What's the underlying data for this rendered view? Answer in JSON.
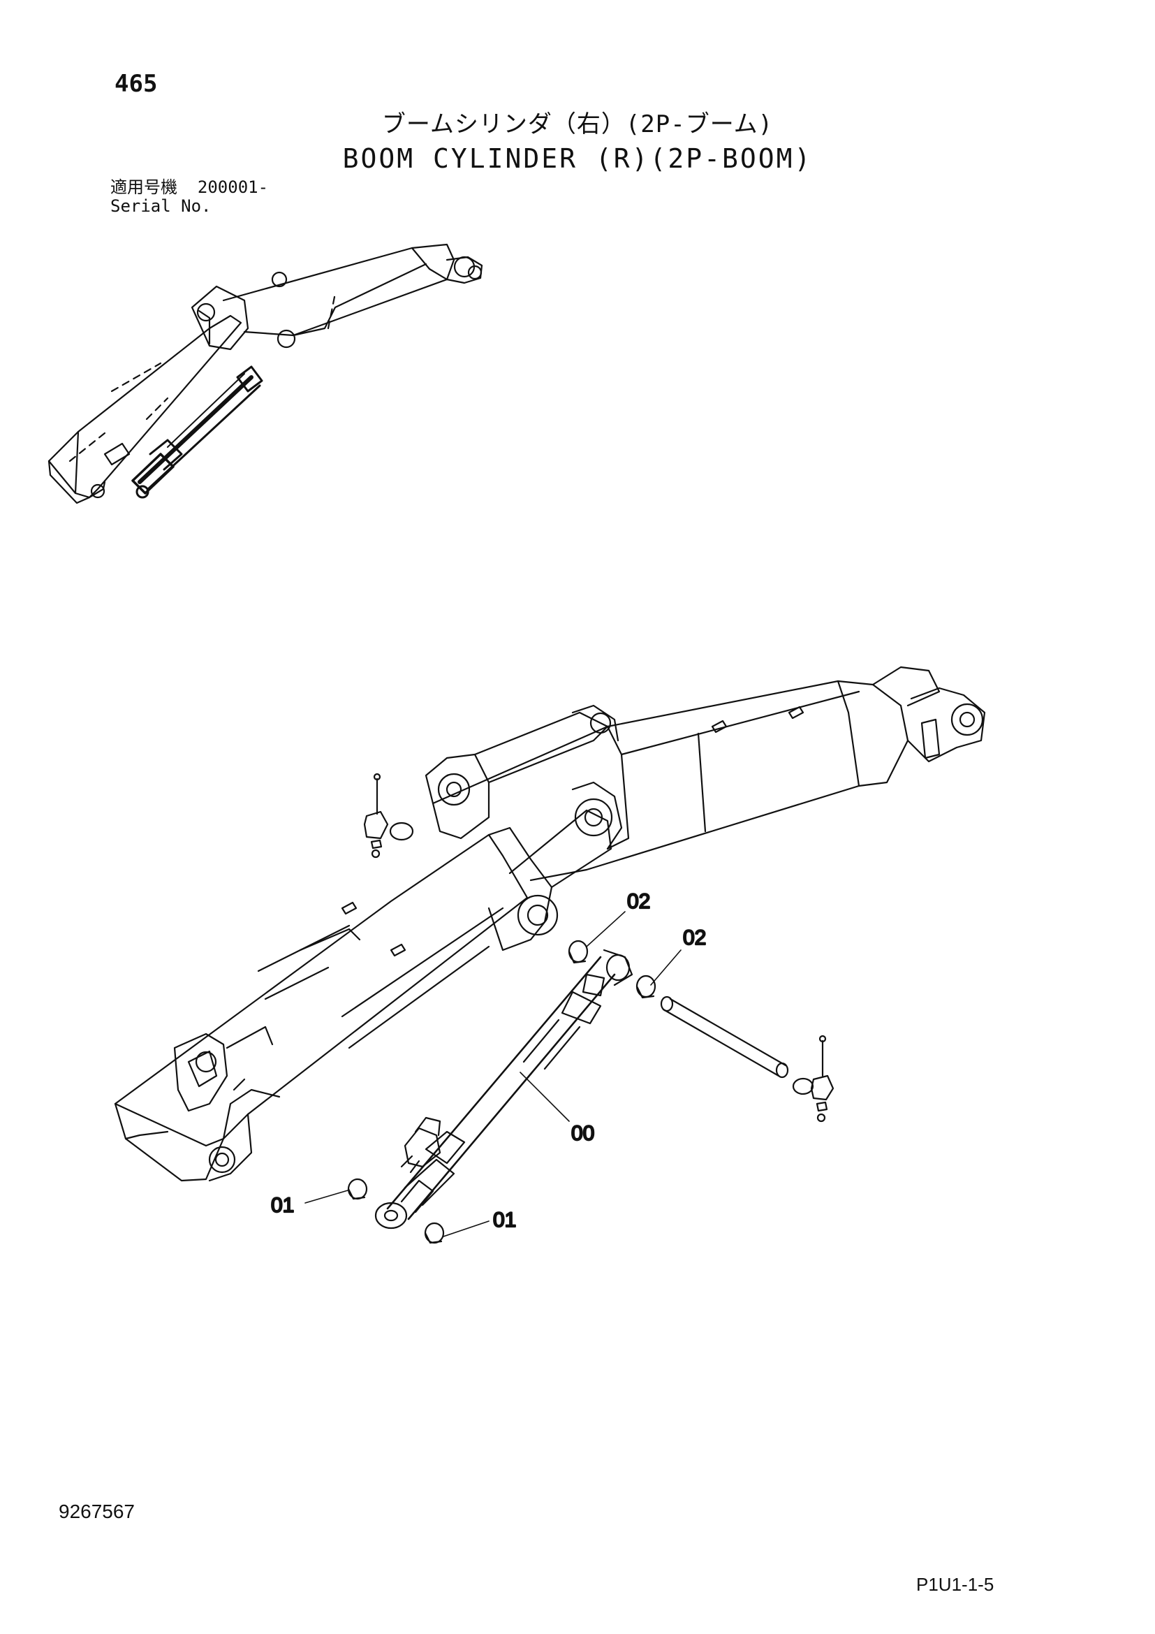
{
  "header": {
    "page_number": "465",
    "title_jp": "ブームシリンダ（右）(2P-ブーム)",
    "title_en": "BOOM CYLINDER (R)(2P-BOOM)"
  },
  "serial": {
    "label_jp": "適用号機",
    "value": "200001-",
    "label_en": "Serial No."
  },
  "callouts": {
    "part_00": "00",
    "part_01_left": "01",
    "part_01_right": "01",
    "part_02_upper": "02",
    "part_02_right": "02"
  },
  "footer": {
    "doc_number": "9267567",
    "page_code": "P1U1-1-5"
  }
}
